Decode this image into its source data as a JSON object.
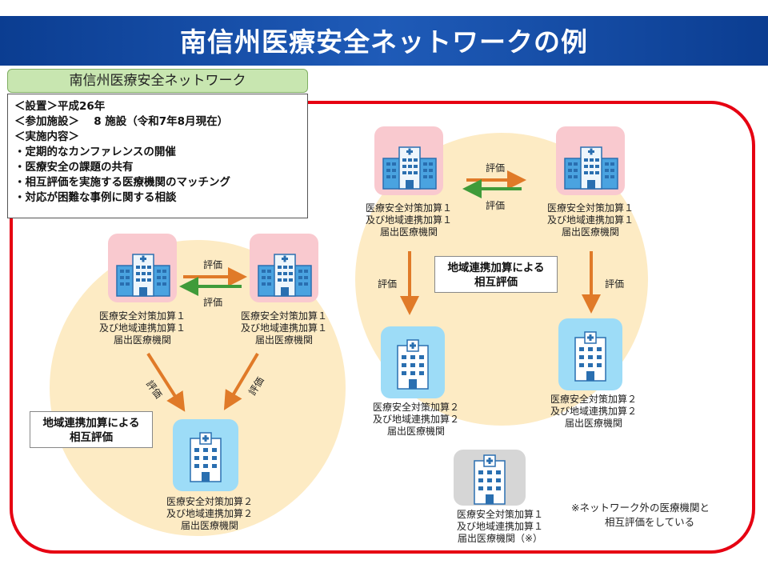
{
  "title": "南信州医療安全ネットワークの例",
  "network_tab": "南信州医療安全ネットワーク",
  "info_lines": [
    "＜設置＞平成26年",
    "＜参加施設＞　 8 施設（令和7年8月現在）",
    "＜実施内容＞",
    "・定期的なカンファレンスの開催",
    "・医療安全の課題の共有",
    "・相互評価を実施する医療機関のマッチング",
    "・対応が困難な事例に関する相談"
  ],
  "eval_label": "評価",
  "callout": {
    "line1": "地域連携加算による",
    "line2": "相互評価"
  },
  "label_add1": [
    "医療安全対策加算１",
    "及び地域連携加算１",
    "届出医療機関"
  ],
  "label_add2": [
    "医療安全対策加算２",
    "及び地域連携加算２",
    "届出医療機関"
  ],
  "label_outside": [
    "医療安全対策加算１",
    "及び地域連携加算１",
    "届出医療機関（※）"
  ],
  "note": [
    "※ネットワーク外の医療機関と",
    "相互評価をしている"
  ],
  "colors": {
    "header": "#0b3d91",
    "network_border": "#e60012",
    "circle": "#fdebc4",
    "add1_bg": "#f9c9cf",
    "add2_bg": "#9ddcf7",
    "outside_bg": "#d6d6d6",
    "arrow_orange": "#e07a28",
    "arrow_green": "#3f9b3a"
  }
}
